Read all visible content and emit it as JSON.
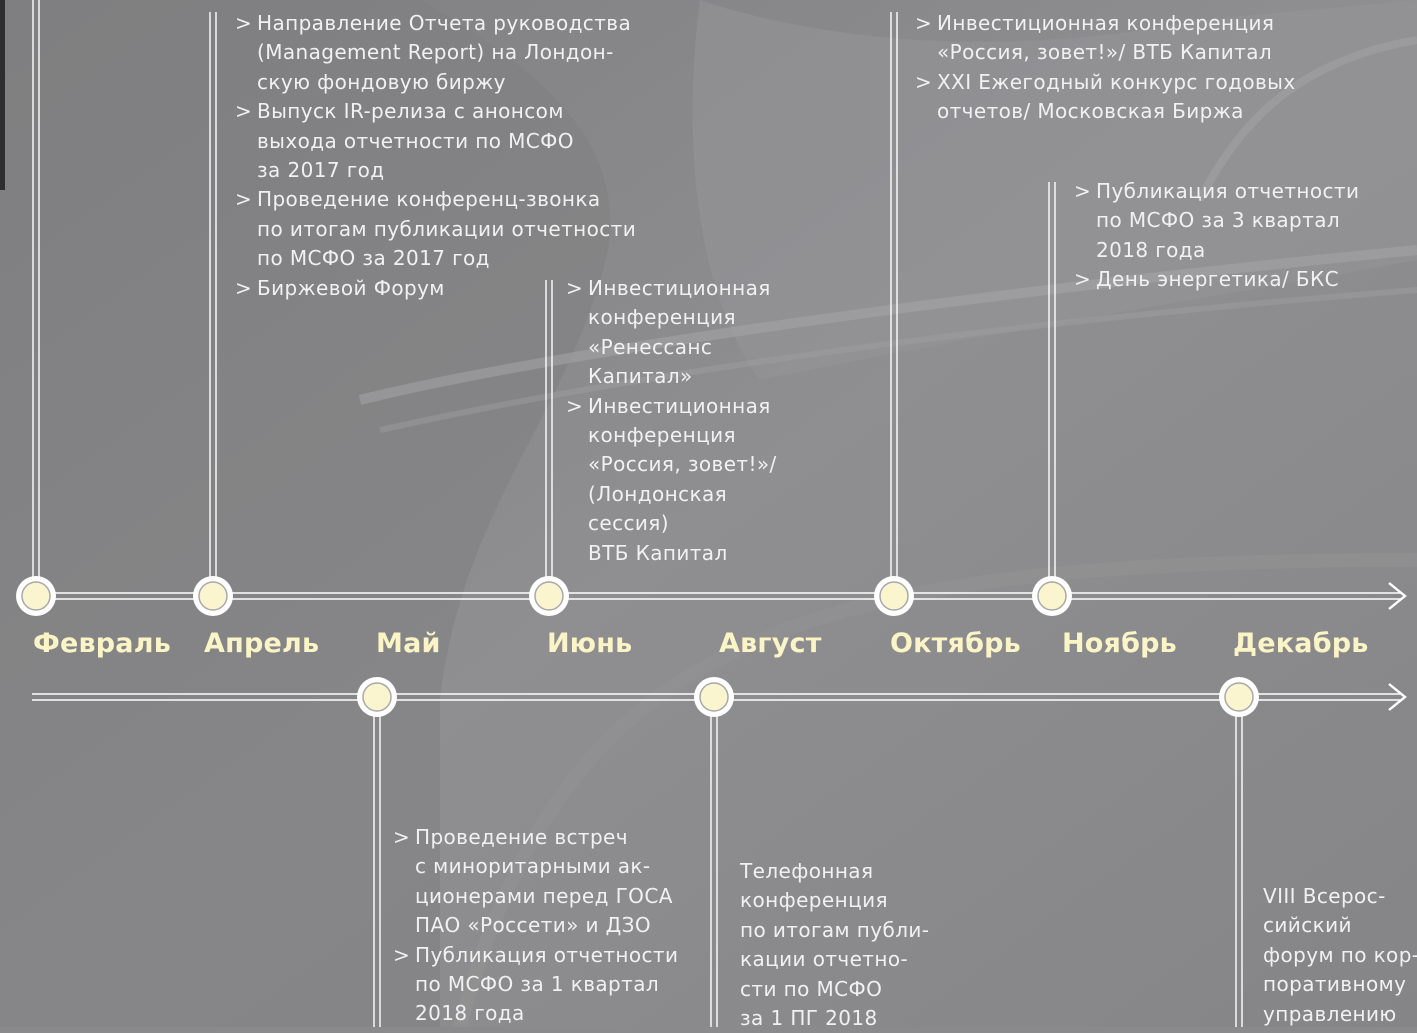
{
  "colors": {
    "background": "#8a8a8c",
    "month_label": "#fbf4c6",
    "node_fill": "#fbf5cf",
    "node_ring": "#ffffff",
    "text": "#f1f1f1",
    "line": "#ffffff"
  },
  "months": [
    "Февраль",
    "Апрель",
    "Май",
    "Июнь",
    "Август",
    "Октябрь",
    "Ноябрь",
    "Декабрь"
  ],
  "upper_events": {
    "april": [
      [
        "Направление Отчета руководства",
        "(Management Report) на Лондон-",
        "скую фондовую биржу"
      ],
      [
        "Выпуск IR-релиза с анонсом",
        "выхода отчетности по МСФО",
        "за 2017 год"
      ],
      [
        "Проведение конференц-звонка",
        "по итогам публикации отчетности",
        "по МСФО за 2017 год"
      ],
      [
        "Биржевой Форум"
      ]
    ],
    "june": [
      [
        "Инвестиционная",
        "конференция",
        "«Ренессанс",
        "Капитал»"
      ],
      [
        "Инвестиционная",
        "конференция",
        "«Россия, зовет!»/",
        "(Лондонская",
        "сессия)",
        "ВТБ Капитал"
      ]
    ],
    "october": [
      [
        "Инвестиционная конференция",
        "«Россия, зовет!»/ ВТБ Капитал"
      ],
      [
        "XXI Ежегодный конкурс годовых",
        "отчетов/ Московская Биржа"
      ]
    ],
    "november": [
      [
        "Публикация отчетности",
        "по МСФО за 3 квартал",
        "2018 года"
      ],
      [
        "День энергетика/ БКС"
      ]
    ]
  },
  "lower_events": {
    "may": [
      [
        "Проведение встреч",
        "с миноритарными ак-",
        "ционерами перед ГОСА",
        "ПАО «Россети» и ДЗО"
      ],
      [
        "Публикация отчетности",
        "по МСФО за 1 квартал",
        "2018 года"
      ]
    ],
    "august": [
      "Телефонная",
      "конференция",
      "по итогам публи-",
      "кации отчетно-",
      "сти по МСФО",
      "за 1 ПГ 2018"
    ],
    "december": [
      "VIII Всерос-",
      "сийский",
      "форум по кор-",
      "поративному",
      "управлению"
    ]
  }
}
